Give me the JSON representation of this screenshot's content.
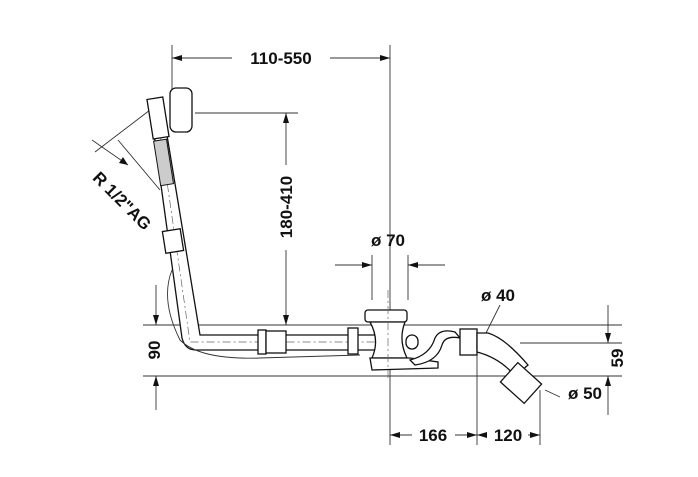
{
  "dimensions": {
    "width_range": "110-550",
    "height_range": "180-410",
    "thread": "R 1/2\"AG",
    "drain_diameter": "ø 70",
    "pipe_diameter": "ø 40",
    "outlet_diameter": "ø 50",
    "depth_total": "90",
    "outlet_height": "59",
    "distance_drain": "166",
    "distance_outlet": "120"
  }
}
